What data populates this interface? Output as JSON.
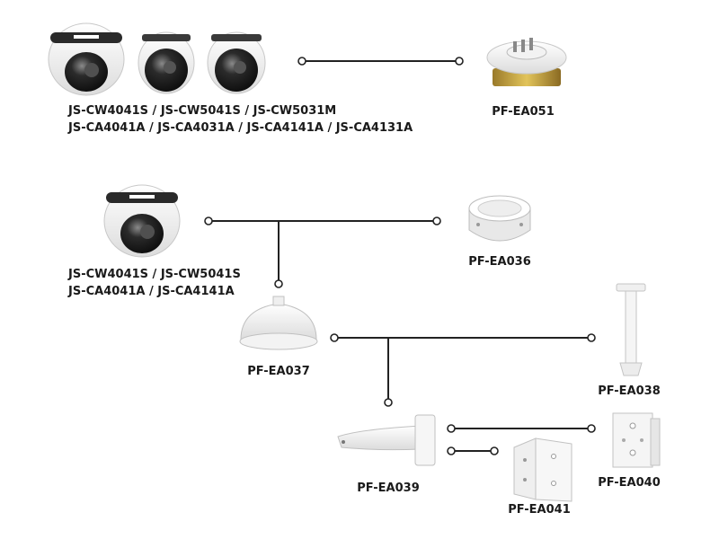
{
  "groups": {
    "top": {
      "models_line1": "JS-CW4041S / JS-CW5041S / JS-CW5031M",
      "models_line2": "JS-CA4041A / JS-CA4031A / JS-CA4141A / JS-CA4131A",
      "mount": "PF-EA051"
    },
    "bottom": {
      "models_line1": "JS-CW4041S / JS-CW5041S",
      "models_line2": "JS-CA4041A / JS-CA4141A"
    }
  },
  "accessories": {
    "ea036": "PF-EA036",
    "ea037": "PF-EA037",
    "ea038": "PF-EA038",
    "ea039": "PF-EA039",
    "ea040": "PF-EA040",
    "ea041": "PF-EA041"
  }
}
